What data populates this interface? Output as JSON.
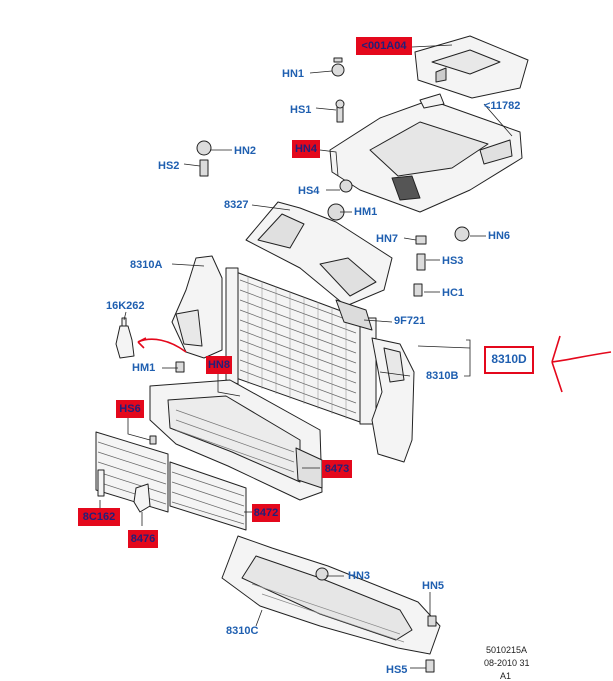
{
  "labels": {
    "p001a04": "<001A04",
    "p11782": "<11782",
    "hn1": "HN1",
    "hs1": "HS1",
    "hn2": "HN2",
    "hn4": "HN4",
    "hs2": "HS2",
    "hs4": "HS4",
    "p8327": "8327",
    "hm1_top": "HM1",
    "hn7": "HN7",
    "hn6": "HN6",
    "hs3": "HS3",
    "hc1": "HC1",
    "p8310a": "8310A",
    "p16k262": "16K262",
    "p9f721": "9F721",
    "p8310d": "8310D",
    "hm1_left": "HM1",
    "hn8": "HN8",
    "p8310b": "8310B",
    "hs6": "HS6",
    "p8473": "8473",
    "p8c162": "8C162",
    "p8472": "8472",
    "p8476": "8476",
    "hn3": "HN3",
    "hn5": "HN5",
    "p8310c": "8310C",
    "hs5": "HS5"
  },
  "footer": {
    "line1": "5010215A",
    "line2": "08-2010 31",
    "line3": "A1"
  },
  "colors": {
    "label_blue": "#1f5fb0",
    "highlight_red": "#e4081c",
    "highlight_text": "#23207a",
    "line": "#222222"
  }
}
